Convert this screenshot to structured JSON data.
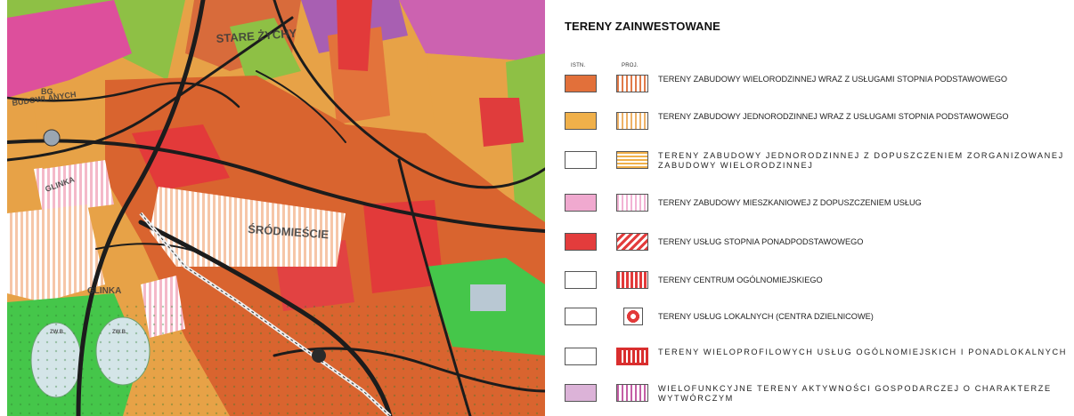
{
  "map": {
    "place_labels": [
      "STARE ŻYCHY",
      "BG.",
      "BUDOWLANYCH",
      "GLINKA",
      "ŚRÓDMIEŚCIE",
      "GLINKA",
      "ZW.B.",
      "ZW.B."
    ]
  },
  "legend": {
    "title": "TERENY ZAINWESTOWANE",
    "col_existing": "ISTN.",
    "col_projected": "PROJ.",
    "items": [
      {
        "label": "TERENY ZABUDOWY WIELORODZINNEJ WRAZ Z USŁUGAMI STOPNIA PODSTAWOWEGO",
        "existing_color": "#e2703a",
        "projected_color": "#e07a4a",
        "projected_pattern": "vertical-stripes"
      },
      {
        "label": "TERENY ZABUDOWY JEDNORODZINNEJ WRAZ Z USŁUGAMI STOPNIA PODSTAWOWEGO",
        "existing_color": "#f0b04a",
        "projected_color": "#eeb267",
        "projected_pattern": "vertical-stripes"
      },
      {
        "label": "TERENY ZABUDOWY JEDNORODZINNEJ Z DOPUSZCZENIEM ZORGANIZOWANEJ ZABUDOWY WIELORODZINNEJ",
        "existing_color": "#ffffff",
        "projected_color": "#f0b04a",
        "projected_pattern": "horizontal-stripes"
      },
      {
        "label": "TERENY ZABUDOWY MIESZKANIOWEJ Z DOPUSZCZENIEM USŁUG",
        "existing_color": "#f0a9cf",
        "projected_color": "#f2b3d4",
        "projected_pattern": "vertical-stripes"
      },
      {
        "label": "TERENY USŁUG STOPNIA PONADPODSTAWOWEGO",
        "existing_color": "#e33c3c",
        "projected_color": "#e33c3c",
        "projected_pattern": "diagonal-stripes"
      },
      {
        "label": "TERENY CENTRUM OGÓLNOMIEJSKIEGO",
        "existing_color": "#ffffff",
        "projected_color": "#e23a3a",
        "projected_pattern": "dense-vertical"
      },
      {
        "label": "TERENY USŁUG LOKALNYCH (CENTRA DZIELNICOWE)",
        "existing_color": "#ffffff",
        "projected_color": "#e23a3a",
        "projected_pattern": "ring"
      },
      {
        "label": "TERENY WIELOPROFILOWYCH USŁUG OGÓLNOMIEJSKICH I PONADLOKALNYCH",
        "existing_color": "#ffffff",
        "projected_color": "#d92e2e",
        "projected_pattern": "framed-vertical"
      },
      {
        "label": "WIELOFUNKCYJNE TERENY AKTYWNOŚCI GOSPODARCZEJ O CHARAKTERZE WYTWÓRCZYM",
        "existing_color": "#dcb3d8",
        "projected_color": "#c45fa6",
        "projected_pattern": "vertical-stripes"
      }
    ]
  }
}
